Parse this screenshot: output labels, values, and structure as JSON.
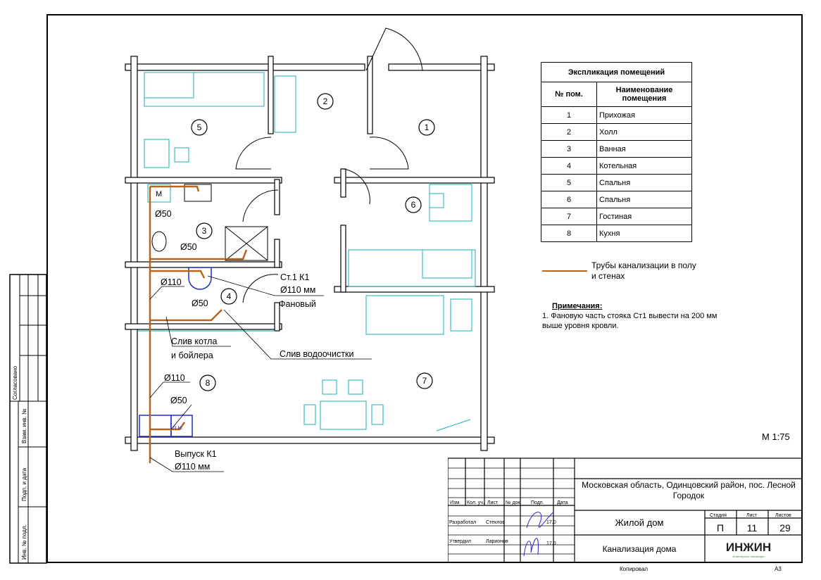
{
  "plan": {
    "rooms": [
      "1",
      "2",
      "3",
      "4",
      "5",
      "6",
      "7",
      "8"
    ],
    "labels": {
      "d50_a": "Ø50",
      "d50_b": "Ø50",
      "d110_a": "Ø110",
      "d50_c": "Ø50",
      "d110_b": "Ø110",
      "d50_d": "Ø50",
      "riser_1": "Ст.1 К1",
      "riser_2": "Ø110 мм",
      "riser_3": "Фановый",
      "boiler_1": "Слив котла",
      "boiler_2": "и бойлера",
      "water": "Слив водоочистки",
      "outlet_1": "Выпуск К1",
      "outlet_2": "Ø110 мм",
      "m_mark": "М",
      "pm_mark": "п.м."
    }
  },
  "explication": {
    "title": "Экспликация помещений",
    "col_num": "№ пом.",
    "col_name": "Наименование помещения",
    "rows": [
      {
        "n": "1",
        "name": "Прихожая"
      },
      {
        "n": "2",
        "name": "Холл"
      },
      {
        "n": "3",
        "name": "Ванная"
      },
      {
        "n": "4",
        "name": "Котельная"
      },
      {
        "n": "5",
        "name": "Спальня"
      },
      {
        "n": "6",
        "name": "Спальня"
      },
      {
        "n": "7",
        "name": "Гостиная"
      },
      {
        "n": "8",
        "name": "Кухня"
      }
    ]
  },
  "legend": {
    "text": "Трубы канализации в полу и стенах",
    "color": "#b5651d"
  },
  "notes": {
    "title": "Примечания:",
    "item": "1.    Фановую часть стояка Ст1 вывести на 200 мм выше уровня кровли."
  },
  "scale": "М 1:75",
  "stamp": {
    "agreed": "Согласовано",
    "vzam": "Взам. инв. №",
    "podp_date": "Подп. и дата",
    "inv": "Инв. № подл."
  },
  "title_block": {
    "headers": [
      "Изм.",
      "Кол. уч.",
      "Лист",
      "№ док.",
      "Подп.",
      "Дата"
    ],
    "developed_label": "Разработал",
    "developed_name": "Стеклов",
    "approved_label": "Утвердил",
    "approved_name": "Ларионов",
    "date1": "17.0",
    "date2": "17.0",
    "location": "Московская область, Одинцовский район, пос. Лесной Городок",
    "object": "Жилой дом",
    "sheet_title": "Канализация дома",
    "stage_label": "Стадия",
    "sheet_label": "Лист",
    "sheets_label": "Листов",
    "stage": "П",
    "sheet": "11",
    "sheets": "29",
    "logo": "ИНЖИН",
    "logo_sub": "Инженерные инновации",
    "copied": "Копировал",
    "format": "А3"
  }
}
